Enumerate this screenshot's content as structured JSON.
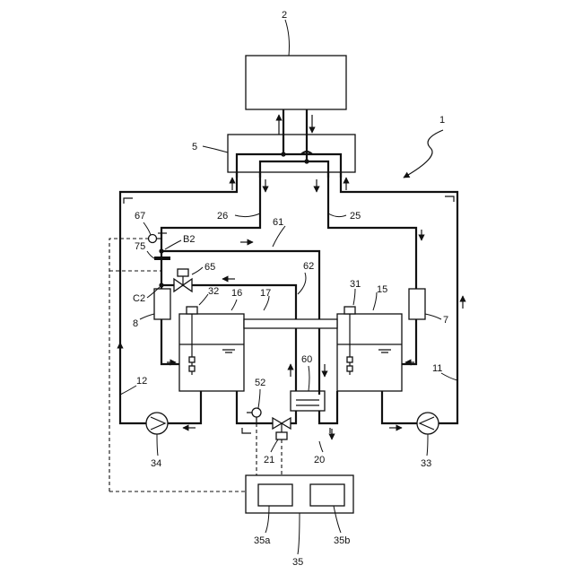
{
  "labels": {
    "l2": "2",
    "l1": "1",
    "l5": "5",
    "l26": "26",
    "l25": "25",
    "l61": "61",
    "l67": "67",
    "l75": "75",
    "lB2": "B2",
    "l65": "65",
    "l62": "62",
    "lC2": "C2",
    "l8": "8",
    "l32": "32",
    "l16": "16",
    "l17": "17",
    "l31": "31",
    "l15": "15",
    "l7": "7",
    "l60": "60",
    "l12": "12",
    "l11": "11",
    "l52": "52",
    "l34": "34",
    "l21": "21",
    "l20": "20",
    "l33": "33",
    "l35a": "35a",
    "l35b": "35b",
    "l35": "35"
  }
}
